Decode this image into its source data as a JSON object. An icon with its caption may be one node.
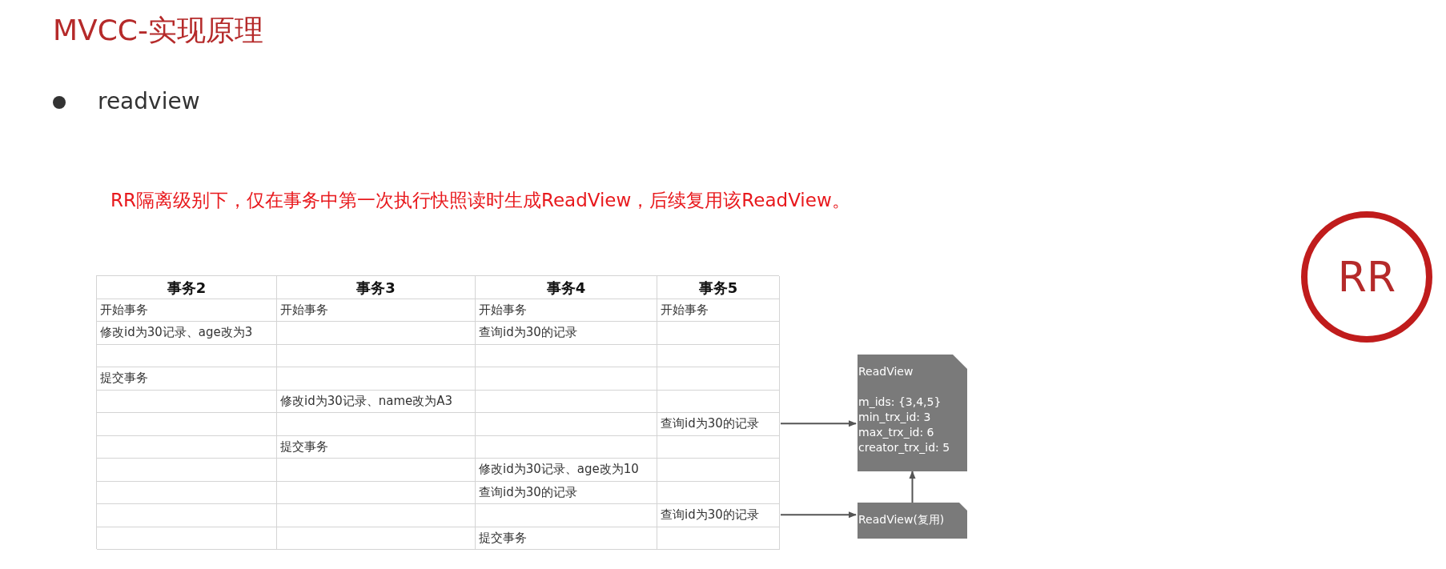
{
  "diagram": {
    "title": "MVCC-实现原理",
    "nodes": [
      {
        "text": [
          "查询id为30的记录"
        ]
      },
      {
        "text": [
          "查询id为30的记录"
        ]
      },
      {
        "text": [
          "ReadView",
          "m_ids: {3,4,5}",
          "min_trx_id: 3",
          "max_trx_id: 6",
          "creator_trx_id: 5"
        ]
      },
      {
        "text": [
          "ReadView(复用)"
        ]
      },
      {
        "text": [
          "RR"
        ]
      }
    ],
    "edges": [
      {
        "from": 0,
        "to": 2,
        "arrow": "to"
      },
      {
        "from": 1,
        "to": 3,
        "arrow": "to"
      },
      {
        "from": 3,
        "to": 2,
        "arrow": "to"
      }
    ],
    "labels": [
      "readview",
      "RR隔离级别下，仅在事务中第一次执行快照读时生成ReadView，后续复用该ReadView。",
      "事务2",
      "事务3",
      "事务4",
      "事务5",
      "开始事务",
      "开始事务",
      "开始事务",
      "开始事务",
      "修改id为30记录、age改为3",
      "查询id为30的记录",
      "提交事务",
      "修改id为30记录、name改为A3",
      "提交事务",
      "修改id为30记录、age改为10",
      "查询id为30的记录",
      "提交事务"
    ]
  }
}
